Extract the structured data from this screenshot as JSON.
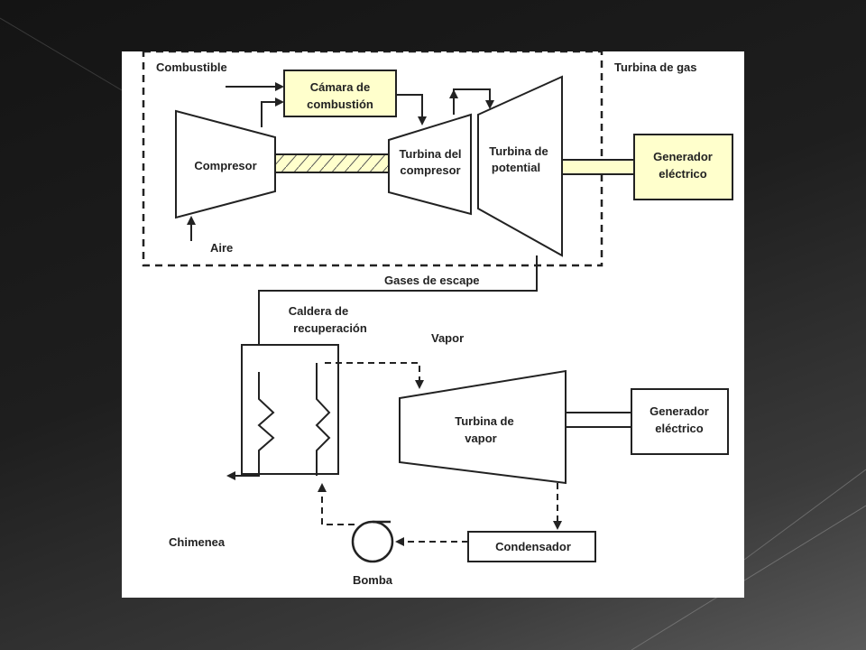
{
  "diagram": {
    "labels": {
      "combustible": "Combustible",
      "turbina_de_gas": "Turbina de gas",
      "camara": [
        "Cámara de",
        "combustión"
      ],
      "compresor": "Compresor",
      "turbina_compresor": [
        "Turbina del",
        "compresor"
      ],
      "turbina_potencial": [
        "Turbina de",
        "potential"
      ],
      "generador_1": [
        "Generador",
        "eléctrico"
      ],
      "aire": "Aire",
      "gases_escape": "Gases de escape",
      "caldera": [
        "Caldera de",
        "recuperación"
      ],
      "vapor": "Vapor",
      "turbina_vapor": [
        "Turbina de",
        "vapor"
      ],
      "generador_2": [
        "Generador",
        "eléctrico"
      ],
      "chimenea": "Chimenea",
      "condensador": "Condensador",
      "bomba": "Bomba"
    },
    "colors": {
      "box_fill": "#ffffcc",
      "shaft_fill": "#ffffcc",
      "stroke": "#222222"
    }
  }
}
